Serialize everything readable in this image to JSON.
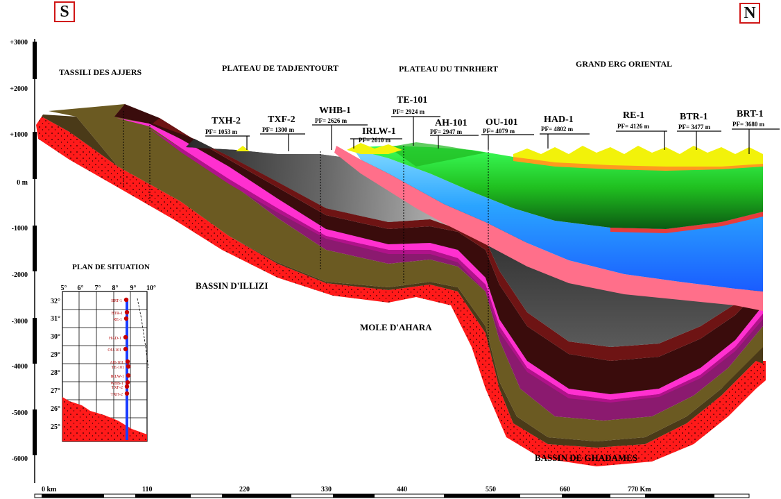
{
  "corners": {
    "left": "S",
    "right": "N"
  },
  "regions": [
    "TASSILI DES AJJERS",
    "PLATEAU DE TADJENTOURT",
    "PLATEAU DU TINRHERT",
    "GRAND ERG ORIENTAL"
  ],
  "basin_labels": [
    "BASSIN D'ILLIZI",
    "MOLE D'AHARA",
    "BASSIN DE GHADAMES"
  ],
  "wells": [
    {
      "name": "TXH-2",
      "pf": "PF= 1053 m"
    },
    {
      "name": "TXF-2",
      "pf": "PF= 1300 m"
    },
    {
      "name": "WHB-1",
      "pf": "PF= 2626 m"
    },
    {
      "name": "IRLW-1",
      "pf": "PF= 2610 m"
    },
    {
      "name": "TE-101",
      "pf": "PF= 2924 m"
    },
    {
      "name": "AH-101",
      "pf": "PF= 2947 m"
    },
    {
      "name": "OU-101",
      "pf": "PF= 4079 m"
    },
    {
      "name": "HAD-1",
      "pf": "PF= 4802 m"
    },
    {
      "name": "RE-1",
      "pf": "PF= 4126 m"
    },
    {
      "name": "BTR-1",
      "pf": "PF= 3477 m"
    },
    {
      "name": "BRT-1",
      "pf": "PF= 3680 m"
    }
  ],
  "depth_axis": [
    "+3000",
    "+2000",
    "+1000",
    "0 m",
    "-1000",
    "-2000",
    "-3000",
    "-4000",
    "-5000",
    "-6000"
  ],
  "distance_axis": [
    "0 km",
    "110",
    "220",
    "330",
    "440",
    "550",
    "660",
    "770 Km"
  ],
  "inset": {
    "title": "PLAN DE SITUATION",
    "lon_labels": [
      "5°",
      "6°",
      "7°",
      "8°",
      "9°",
      "10°"
    ],
    "lat_labels": [
      "32°",
      "31°",
      "30°",
      "29°",
      "28°",
      "27°",
      "26°",
      "25°"
    ],
    "well_labels": [
      "BRT-1",
      "BTR-1",
      "RE-1",
      "HAD-1",
      "OU-101",
      "AH-101",
      "TE-101",
      "IRLW-1",
      "WBB-1",
      "TXF-2",
      "TXH-2"
    ]
  },
  "colors": {
    "basement": "#ff1a1a",
    "surface_sand": "#f2f20a",
    "magenta": "#ff30d0",
    "blue": "#1e90ff",
    "green": "#22c81e",
    "pink_unconformity": "#ff6688"
  }
}
